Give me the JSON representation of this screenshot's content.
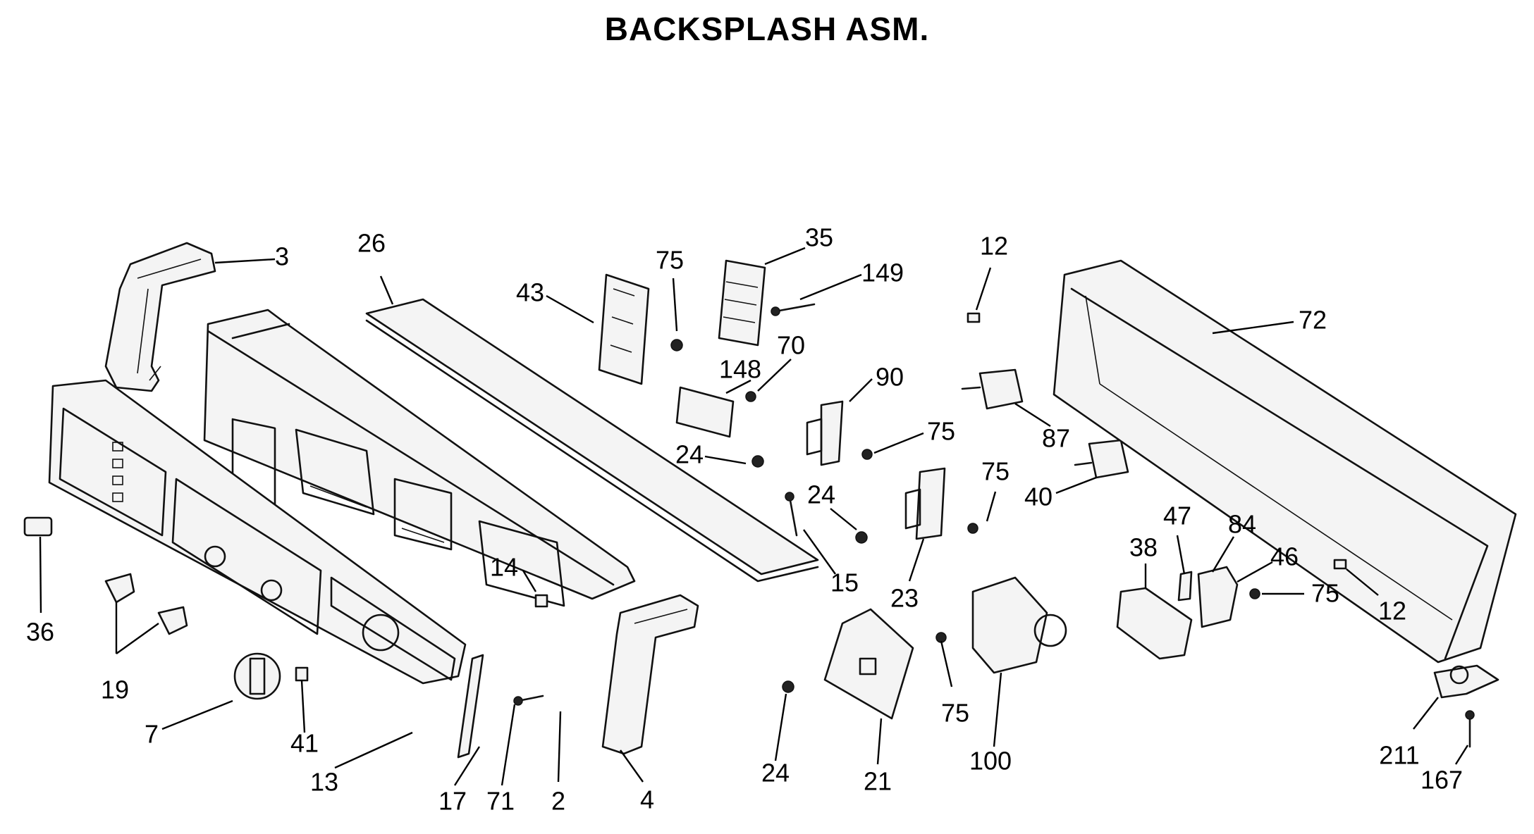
{
  "title": "BACKSPLASH ASM.",
  "callouts": [
    {
      "label": "3"
    },
    {
      "label": "26"
    },
    {
      "label": "43"
    },
    {
      "label": "75"
    },
    {
      "label": "35"
    },
    {
      "label": "149"
    },
    {
      "label": "12"
    },
    {
      "label": "72"
    },
    {
      "label": "148"
    },
    {
      "label": "70"
    },
    {
      "label": "90"
    },
    {
      "label": "87"
    },
    {
      "label": "24"
    },
    {
      "label": "75"
    },
    {
      "label": "75"
    },
    {
      "label": "40"
    },
    {
      "label": "24"
    },
    {
      "label": "36"
    },
    {
      "label": "14"
    },
    {
      "label": "15"
    },
    {
      "label": "23"
    },
    {
      "label": "38"
    },
    {
      "label": "47"
    },
    {
      "label": "84"
    },
    {
      "label": "46"
    },
    {
      "label": "75"
    },
    {
      "label": "12"
    },
    {
      "label": "19"
    },
    {
      "label": "7"
    },
    {
      "label": "41"
    },
    {
      "label": "13"
    },
    {
      "label": "17"
    },
    {
      "label": "71"
    },
    {
      "label": "2"
    },
    {
      "label": "4"
    },
    {
      "label": "24"
    },
    {
      "label": "21"
    },
    {
      "label": "75"
    },
    {
      "label": "100"
    },
    {
      "label": "211"
    },
    {
      "label": "167"
    }
  ]
}
